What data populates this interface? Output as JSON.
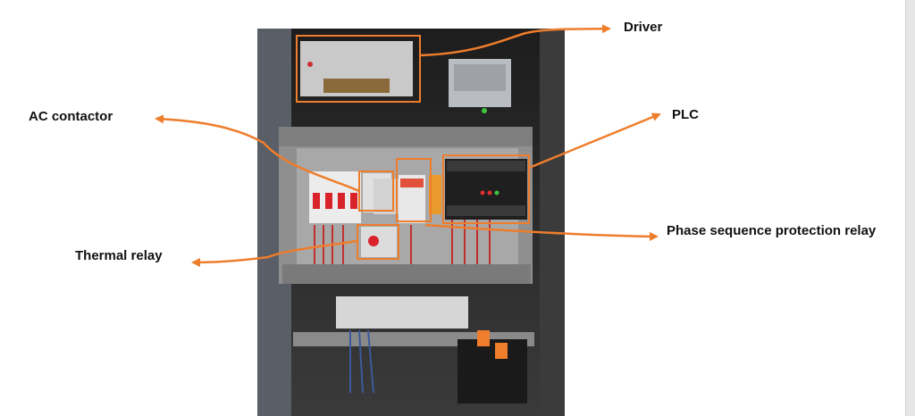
{
  "labels": {
    "driver": "Driver",
    "ac_contactor": "AC contactor",
    "plc": "PLC",
    "thermal_relay": "Thermal relay",
    "phase_sequence_protection_relay": "Phase sequence protection relay"
  },
  "colors": {
    "annotation": "#ee7d2c",
    "label_text": "#111111",
    "cabinet_interior": "#2b2b2b",
    "panel_plate": "#8f8f8f",
    "breaker_red": "#d8232a",
    "plc_body": "#1f1f1f",
    "transformer": "#1a1a1a"
  }
}
